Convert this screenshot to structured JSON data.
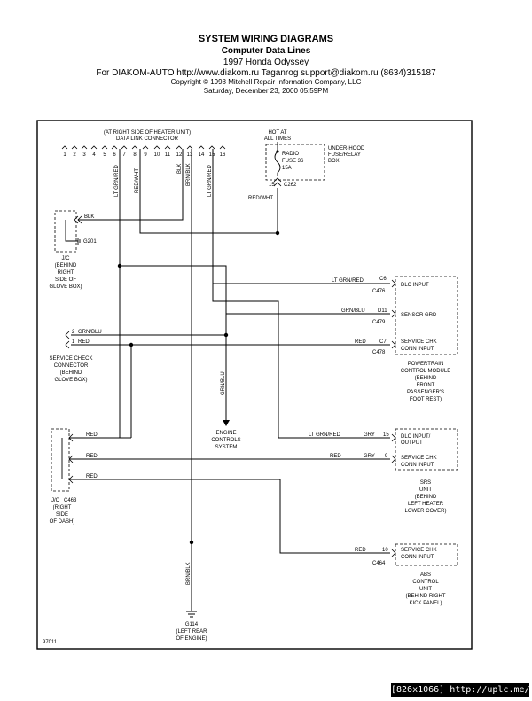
{
  "header": {
    "title": "SYSTEM WIRING DIAGRAMS",
    "subtitle": "Computer Data Lines",
    "vehicle": "1997 Honda Odyssey",
    "source": "For DIAKOM-AUTO http://www.diakom.ru Taganrog support@diakom.ru (8634)315187",
    "copyright": "Copyright © 1998 Mitchell Repair Information Company, LLC",
    "date": "Saturday, December 23, 2000  05:59PM"
  },
  "dlc": {
    "label1": "(AT RIGHT SIDE OF HEATER UNIT)",
    "label2": "DATA LINK CONNECTOR",
    "pins": [
      "1",
      "2",
      "3",
      "4",
      "5",
      "6",
      "7",
      "8",
      "9",
      "10",
      "11",
      "12",
      "13",
      "14",
      "15",
      "16"
    ]
  },
  "fuse": {
    "hot1": "HOT AT",
    "hot2": "ALL TIMES",
    "name1": "RADIO",
    "name2": "FUSE 36",
    "rating": "15A",
    "box1": "UNDER-HOOD",
    "box2": "FUSE/RELAY",
    "box3": "BOX",
    "pin": "15",
    "conn": "C262"
  },
  "wires": {
    "lt_grn_red": "LT GRN/RED",
    "red_wht": "RED/WHT",
    "blk": "BLK",
    "brn_blk": "BRN/BLK",
    "grn_blu": "GRN/BLU",
    "red": "RED",
    "gry": "GRY"
  },
  "jc1": {
    "ground": "G201",
    "l1": "J/C",
    "l2": "(BEHIND",
    "l3": "RIGHT",
    "l4": "SIDE OF",
    "l5": "GLOVE BOX)"
  },
  "scc": {
    "pin2": "2",
    "pin1": "1",
    "l1": "SERVICE CHECK",
    "l2": "CONNECTOR",
    "l3": "(BEHIND",
    "l4": "GLOVE BOX)"
  },
  "engine": {
    "l1": "ENGINE",
    "l2": "CONTROLS",
    "l3": "SYSTEM"
  },
  "pcm": {
    "c6": "C6",
    "c476": "C476",
    "dlc_in": "DLC INPUT",
    "d11": "D11",
    "c479": "C479",
    "sensor_grd": "SENSOR GRD",
    "c7": "C7",
    "c478": "C478",
    "svc1": "SERVICE CHK",
    "svc2": "CONN INPUT",
    "l1": "POWERTRAIN",
    "l2": "CONTROL MODULE",
    "l3": "(BEHIND",
    "l4": "FRONT",
    "l5": "PASSENGER'S",
    "l6": "FOOT REST)"
  },
  "jc2": {
    "l1": "J/C",
    "conn": "C463",
    "l2": "(RIGHT",
    "l3": "SIDE",
    "l4": "OF DASH)"
  },
  "srs": {
    "pin15": "15",
    "dlc1": "DLC INPUT/",
    "dlc2": "OUTPUT",
    "pin9": "9",
    "svc1": "SERVICE CHK",
    "svc2": "CONN INPUT",
    "l1": "SRS",
    "l2": "UNIT",
    "l3": "(BEHIND",
    "l4": "LEFT HEATER",
    "l5": "LOWER COVER)"
  },
  "abs": {
    "pin10": "10",
    "conn": "C464",
    "svc1": "SERVICE CHK",
    "svc2": "CONN INPUT",
    "l1": "ABS",
    "l2": "CONTROL",
    "l3": "UNIT",
    "l4": "(BEHIND RIGHT",
    "l5": "KICK PANEL)"
  },
  "g114": {
    "name": "G114",
    "l1": "(LEFT REAR",
    "l2": "OF ENGINE)"
  },
  "figure_id": "97011",
  "footer": "[826x1066] http://uplc.me/"
}
